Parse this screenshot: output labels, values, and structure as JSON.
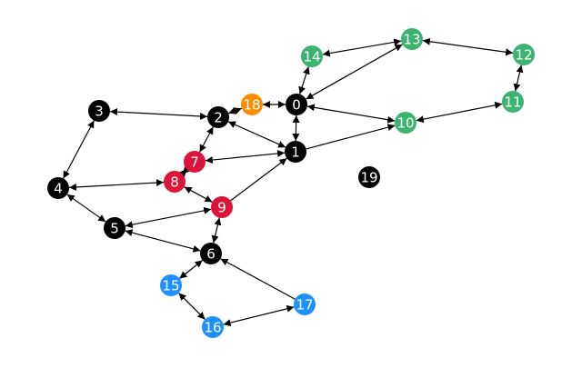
{
  "colors": {
    "black": "#000000",
    "green": "#3cb371",
    "red": "#dc143c",
    "orange": "#ff8c00",
    "blue": "#1e90ff",
    "edge": "#000000",
    "background": "#ffffff"
  },
  "nodes": [
    {
      "id": "0",
      "label": "0",
      "color": "black"
    },
    {
      "id": "1",
      "label": "1",
      "color": "black"
    },
    {
      "id": "2",
      "label": "2",
      "color": "black"
    },
    {
      "id": "3",
      "label": "3",
      "color": "black"
    },
    {
      "id": "4",
      "label": "4",
      "color": "black"
    },
    {
      "id": "5",
      "label": "5",
      "color": "black"
    },
    {
      "id": "6",
      "label": "6",
      "color": "black"
    },
    {
      "id": "7",
      "label": "7",
      "color": "red"
    },
    {
      "id": "8",
      "label": "8",
      "color": "red"
    },
    {
      "id": "9",
      "label": "9",
      "color": "red"
    },
    {
      "id": "10",
      "label": "10",
      "color": "green"
    },
    {
      "id": "11",
      "label": "11",
      "color": "green"
    },
    {
      "id": "12",
      "label": "12",
      "color": "green"
    },
    {
      "id": "13",
      "label": "13",
      "color": "green"
    },
    {
      "id": "14",
      "label": "14",
      "color": "green"
    },
    {
      "id": "15",
      "label": "15",
      "color": "blue"
    },
    {
      "id": "16",
      "label": "16",
      "color": "blue"
    },
    {
      "id": "17",
      "label": "17",
      "color": "blue"
    },
    {
      "id": "18",
      "label": "18",
      "color": "orange"
    },
    {
      "id": "19",
      "label": "19",
      "color": "black"
    }
  ],
  "edges": [
    {
      "from": "0",
      "to": "18",
      "dir": "both"
    },
    {
      "from": "0",
      "to": "14",
      "dir": "both"
    },
    {
      "from": "0",
      "to": "13",
      "dir": "both"
    },
    {
      "from": "0",
      "to": "10",
      "dir": "both"
    },
    {
      "from": "0",
      "to": "1",
      "dir": "both"
    },
    {
      "from": "18",
      "to": "2",
      "dir": "both"
    },
    {
      "from": "14",
      "to": "13",
      "dir": "both"
    },
    {
      "from": "13",
      "to": "12",
      "dir": "both"
    },
    {
      "from": "12",
      "to": "11",
      "dir": "both"
    },
    {
      "from": "11",
      "to": "10",
      "dir": "both"
    },
    {
      "from": "1",
      "to": "10",
      "dir": "forward"
    },
    {
      "from": "2",
      "to": "1",
      "dir": "both"
    },
    {
      "from": "3",
      "to": "2",
      "dir": "both"
    },
    {
      "from": "2",
      "to": "7",
      "dir": "both"
    },
    {
      "from": "1",
      "to": "7",
      "dir": "both"
    },
    {
      "from": "7",
      "to": "8",
      "dir": "both"
    },
    {
      "from": "3",
      "to": "4",
      "dir": "both"
    },
    {
      "from": "8",
      "to": "4",
      "dir": "both"
    },
    {
      "from": "8",
      "to": "9",
      "dir": "both"
    },
    {
      "from": "9",
      "to": "1",
      "dir": "forward"
    },
    {
      "from": "9",
      "to": "5",
      "dir": "both"
    },
    {
      "from": "9",
      "to": "6",
      "dir": "both"
    },
    {
      "from": "4",
      "to": "5",
      "dir": "both"
    },
    {
      "from": "5",
      "to": "6",
      "dir": "both"
    },
    {
      "from": "6",
      "to": "15",
      "dir": "both"
    },
    {
      "from": "15",
      "to": "16",
      "dir": "both"
    },
    {
      "from": "16",
      "to": "17",
      "dir": "both"
    },
    {
      "from": "17",
      "to": "6",
      "dir": "forward"
    }
  ]
}
